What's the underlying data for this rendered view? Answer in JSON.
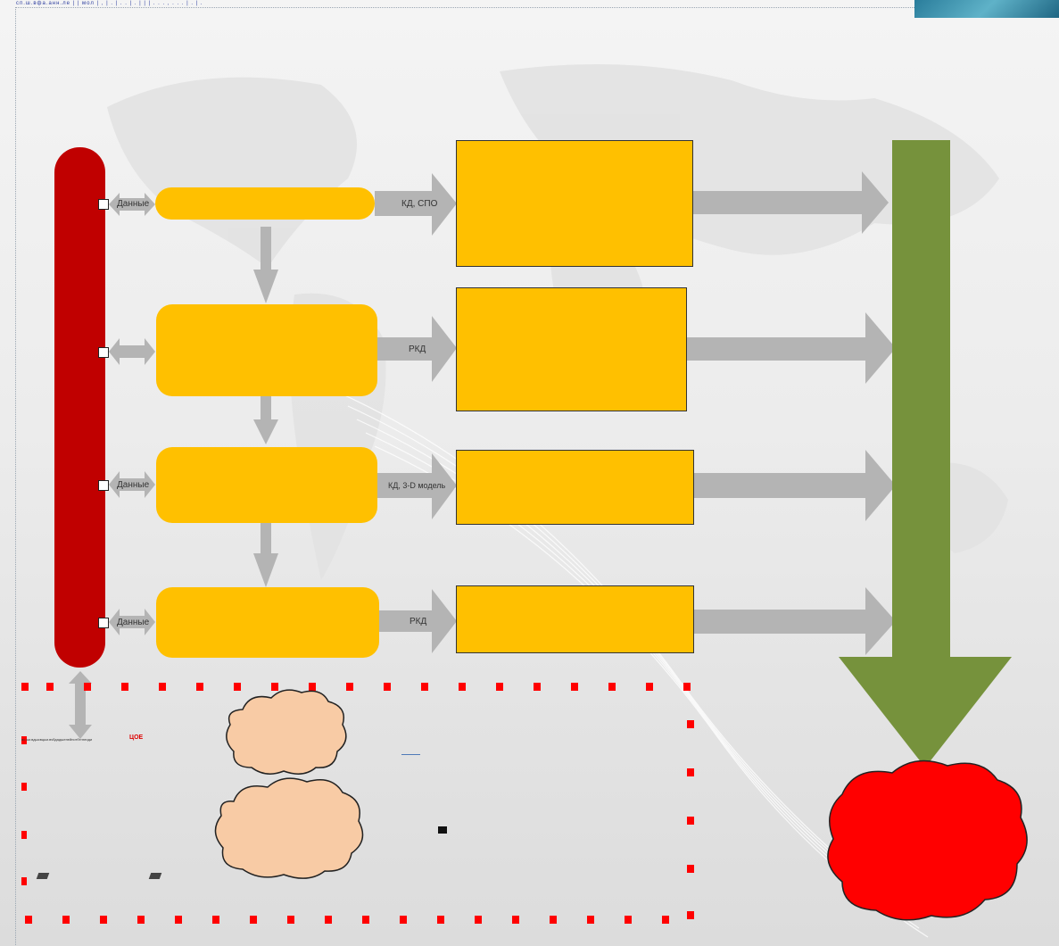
{
  "header": {
    "text": "сп.ш.вфа.анн.ле | | мол | , | . | . . | . | | | . . . , . . . | . | ."
  },
  "diagram": {
    "link_labels": {
      "row1": "Данные",
      "row2": "",
      "row3": "Данные",
      "row4": "Данные"
    },
    "output_labels": {
      "row1": "КД, СПО",
      "row2": "РКД",
      "row3": "КД, 3-D модель",
      "row4": "РКД"
    },
    "lower_area": {
      "tiny_title": "вс.ьм.вдшсвцьм.вчбдадшенейпотбтгнеиди",
      "cdi_label": "ЦОЕ"
    }
  },
  "colors": {
    "bus": "#c00000",
    "stage": "#ffc000",
    "arrow": "#b4b4b4",
    "green_arrow": "#76923c",
    "red_cloud": "#ff0000",
    "peach_cloud": "#f8cba5",
    "dotted_frame": "#ff0000"
  }
}
